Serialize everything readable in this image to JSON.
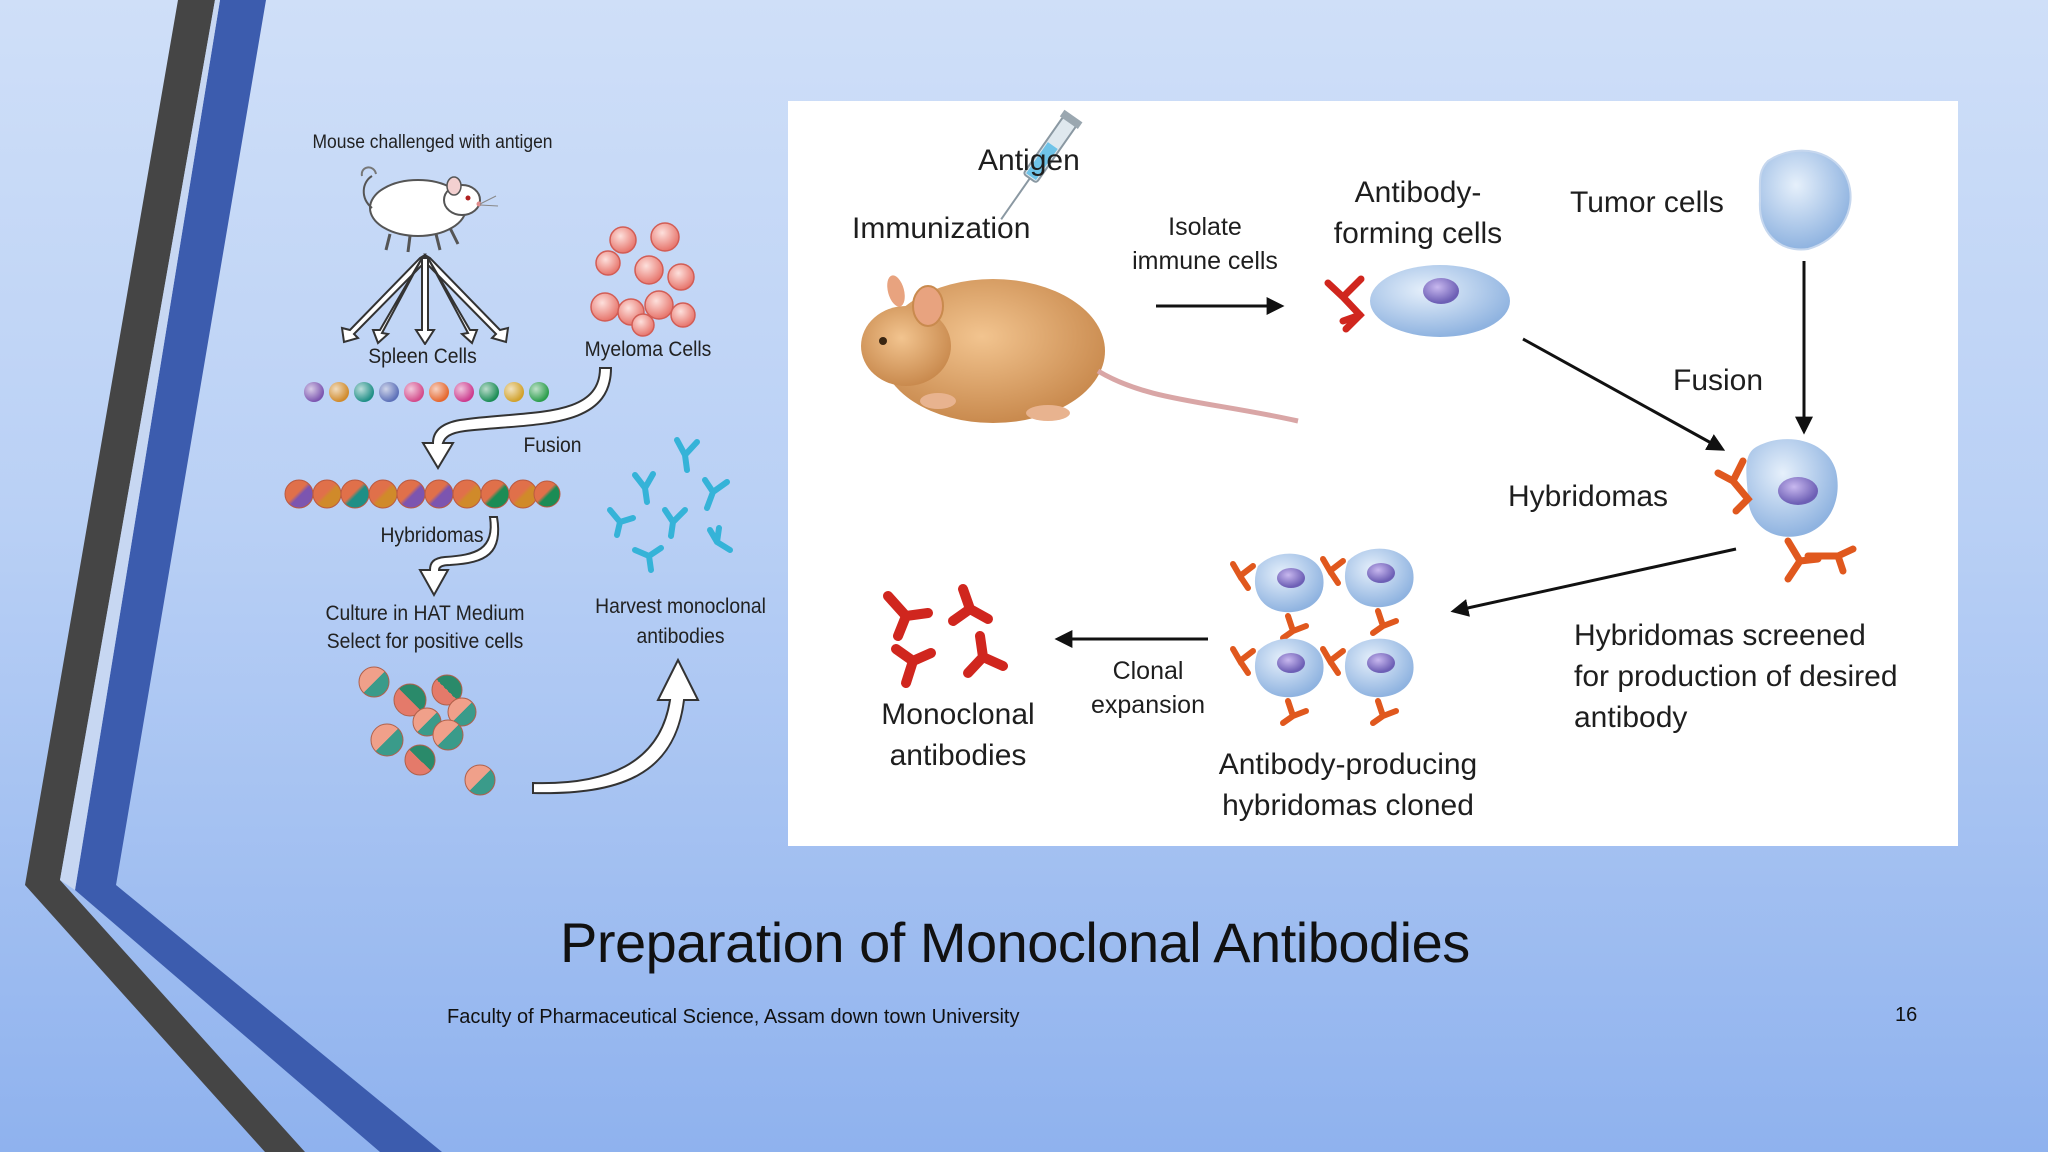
{
  "slide": {
    "title": "Preparation of Monoclonal Antibodies",
    "footer": "Faculty of Pharmaceutical Science, Assam down town University",
    "page_number": "16"
  },
  "left_diagram": {
    "mouse_label": "Mouse challenged with antigen",
    "spleen_label": "Spleen Cells",
    "myeloma_label": "Myeloma Cells",
    "fusion_label": "Fusion",
    "hybridomas_label": "Hybridomas",
    "culture_line1": "Culture in HAT Medium",
    "culture_line2": "Select for positive cells",
    "harvest_line1": "Harvest monoclonal",
    "harvest_line2": "antibodies"
  },
  "right_diagram": {
    "antigen": "Antigen",
    "immunization": "Immunization",
    "isolate_line1": "Isolate",
    "isolate_line2": "immune cells",
    "antibody_forming_line1": "Antibody-",
    "antibody_forming_line2": "forming cells",
    "tumor_cells": "Tumor cells",
    "fusion": "Fusion",
    "hybridomas": "Hybridomas",
    "screened_line1": "Hybridomas screened",
    "screened_line2": "for production of desired",
    "screened_line3": "antibody",
    "clonal_line1": "Clonal",
    "clonal_line2": "expansion",
    "mono_line1": "Monoclonal",
    "mono_line2": "antibodies",
    "cloned_line1": "Antibody-producing",
    "cloned_line2": "hybridomas cloned"
  },
  "colors": {
    "accent_dark": "#3e3e3e",
    "accent_blue": "#3d5fb0",
    "antibody_red": "#d0261e",
    "antibody_cyan": "#35b3d8",
    "cell_blue": "#a9c7ec"
  }
}
